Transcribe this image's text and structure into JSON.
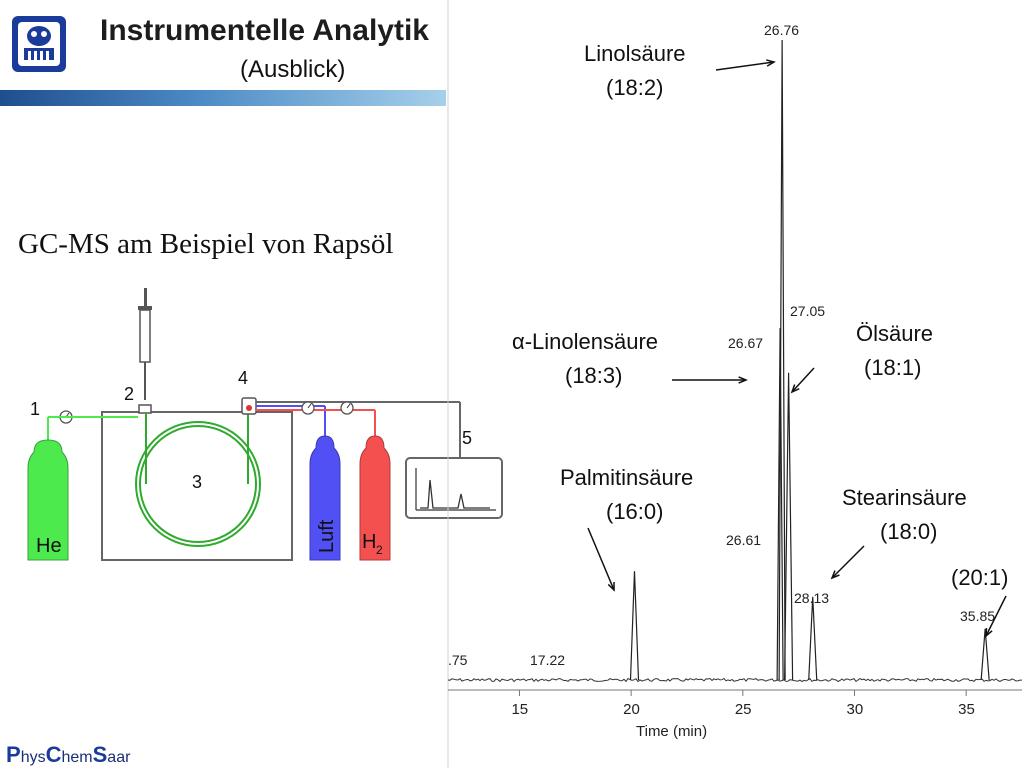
{
  "header": {
    "title": "Instrumentelle Analytik",
    "subtitle": "(Ausblick)"
  },
  "section_heading": "GC-MS am Beispiel von Rapsöl",
  "schematic": {
    "labels": [
      "1",
      "2",
      "3",
      "4",
      "5"
    ],
    "he_label": "He",
    "luft_label": "Luft",
    "h2_label": "H",
    "h2_sub": "2",
    "colors": {
      "he": "#4dea4d",
      "luft": "#5050f5",
      "h2": "#f55050",
      "column": "#2faa2f"
    }
  },
  "footer": {
    "p": "P",
    "hys": "hys",
    "c": "C",
    "hem": "hem",
    "s": "S",
    "aar": "aar"
  },
  "annotations": {
    "linol_name": "Linolsäure",
    "linol_code": "(18:2)",
    "alpha_name": "α-Linolensäure",
    "alpha_code": "(18:3)",
    "oel_name": "Ölsäure",
    "oel_code": "(18:1)",
    "palm_name": "Palmitinsäure",
    "palm_code": "(16:0)",
    "stear_name": "Stearinsäure",
    "stear_code": "(18:0)",
    "ei_code": "(20:1)"
  },
  "chart_data": {
    "type": "line",
    "title": "",
    "xlabel": "Time (min)",
    "ylabel": "",
    "xlim": [
      11.8,
      37.5
    ],
    "xticks": [
      15,
      20,
      25,
      30,
      35
    ],
    "peaks": [
      {
        "label": "17.22",
        "time": 17.22,
        "height": 0.0
      },
      {
        "label": "26.61",
        "time": 20.15,
        "height": 0.17
      },
      {
        "label": "26.76",
        "time": 26.76,
        "height": 1.0
      },
      {
        "label": "26.67",
        "time": 26.67,
        "height": 0.55
      },
      {
        "label": "27.05",
        "time": 27.05,
        "height": 0.48
      },
      {
        "label": "28.13",
        "time": 28.13,
        "height": 0.13
      },
      {
        "label": "35.85",
        "time": 35.85,
        "height": 0.08
      }
    ],
    "leading_label": ".75"
  }
}
